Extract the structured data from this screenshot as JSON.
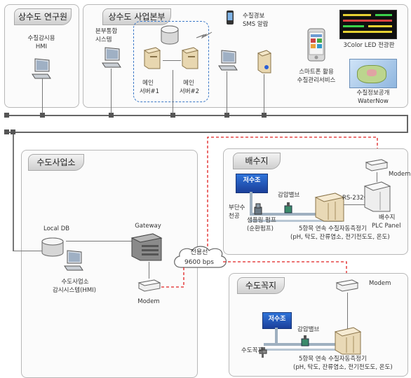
{
  "sections": {
    "research": "상수도 연구원",
    "hq": "상수도 사업본부",
    "office": "수도사업소",
    "reservoir": "배수지",
    "tap": "수도꼭지"
  },
  "labels": {
    "hmi": [
      "수질감시용",
      "HMI"
    ],
    "integrated": [
      "본부통합",
      "시스템"
    ],
    "server1": [
      "메인",
      "서버#1"
    ],
    "server2": [
      "메인",
      "서버#2"
    ],
    "sms": [
      "수질경보",
      "SMS 알람"
    ],
    "smartphone": [
      "스마트폰 활용",
      "수질관리서비스"
    ],
    "led": "3Color LED 전광판",
    "waternow": [
      "수질정보공개",
      "WaterNow"
    ],
    "localdb": "Local DB",
    "gateway": "Gateway",
    "office_hmi": [
      "수도사업소",
      "감시시스템(HMI)"
    ],
    "modem": "Modem",
    "leased": [
      "전용선",
      "9600 bps"
    ],
    "reservoir_tank": "저수조",
    "float": [
      "부단수",
      "천공"
    ],
    "sampling_pump": [
      "샘플링 펌프",
      "(순환펌프)"
    ],
    "pressure_valve": "감압밸브",
    "analyzer": [
      "5항목 연속 수질자동측정기",
      "(pH, 탁도, 잔류염소, 전기전도도, 온도)"
    ],
    "rs232": "RS-232C",
    "plc": [
      "배수지",
      "PLC Panel"
    ],
    "tap_tank": "저수조",
    "faucet": "수도꼭지"
  }
}
